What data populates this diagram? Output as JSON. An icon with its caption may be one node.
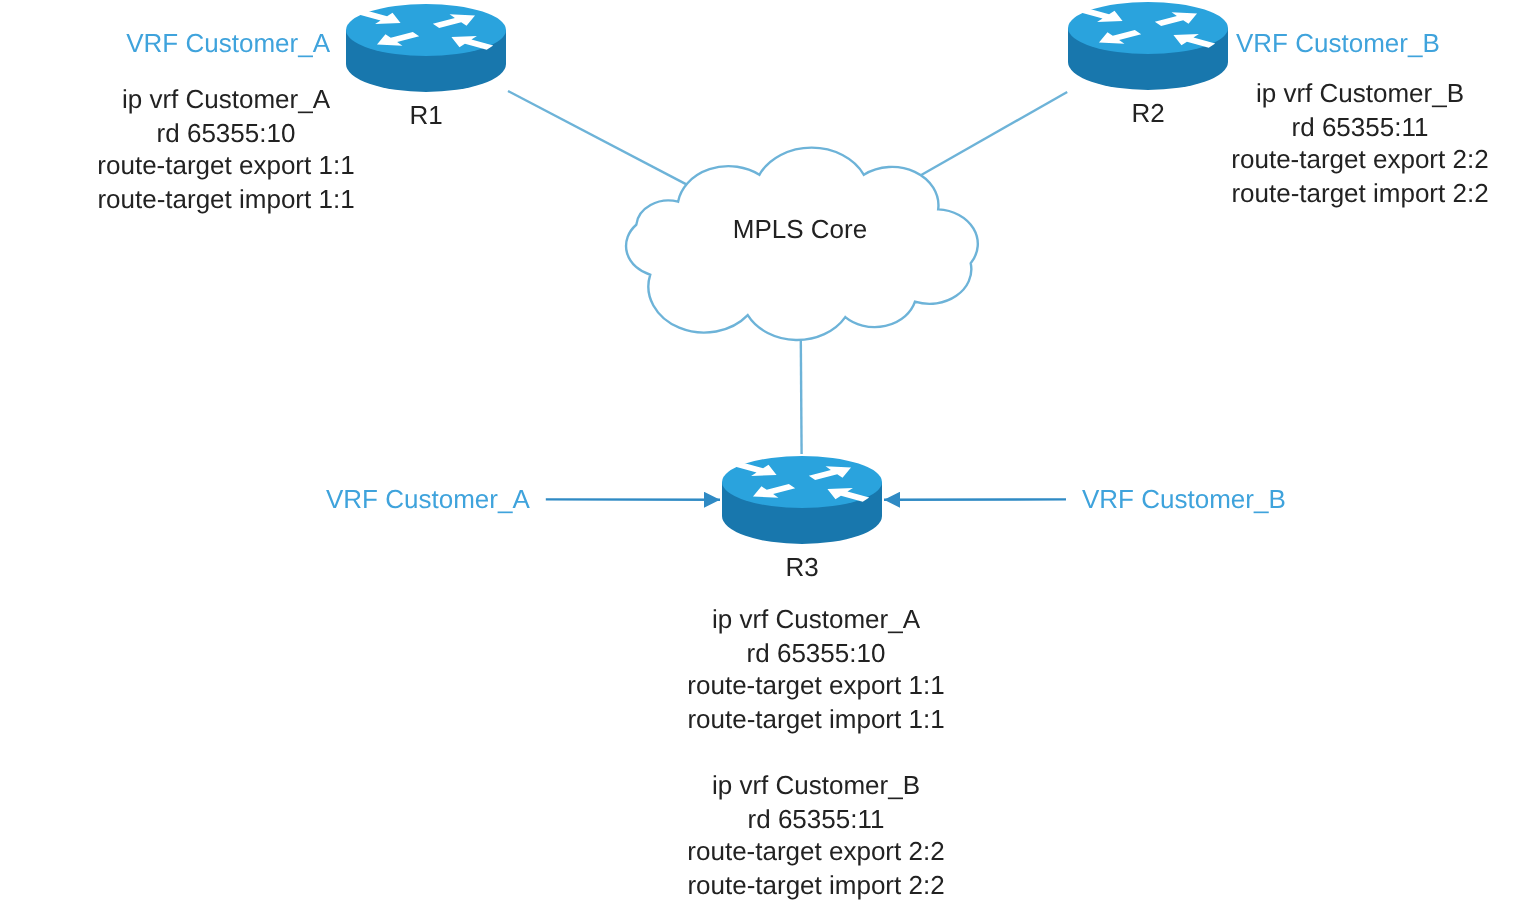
{
  "diagram": {
    "nodes": [
      {
        "text": [
          "R1"
        ],
        "beside": [
          "VRF Customer_A",
          "ip vrf Customer_A",
          "rd 65355:10",
          "route-target export 1:1",
          "route-target import 1:1"
        ]
      },
      {
        "text": [
          "R2"
        ],
        "beside": [
          "VRF Customer_B",
          "ip vrf Customer_B",
          "rd 65355:11",
          "route-target export 2:2",
          "route-target import 2:2"
        ]
      },
      {
        "text": [
          "MPLS Core"
        ]
      },
      {
        "text": [
          "R3"
        ],
        "beside": [
          "ip vrf Customer_A",
          "rd 65355:10",
          "route-target export 1:1",
          "route-target import 1:1",
          "ip vrf Customer_B",
          "rd 65355:11",
          "route-target export 2:2",
          "route-target import 2:2"
        ]
      },
      {
        "text": [
          "VRF Customer_A"
        ]
      },
      {
        "text": [
          "VRF Customer_B"
        ]
      }
    ],
    "edges": [
      {
        "from": 0,
        "to": 2,
        "arrow": "none"
      },
      {
        "from": 1,
        "to": 2,
        "arrow": "none"
      },
      {
        "from": 2,
        "to": 3,
        "arrow": "none"
      },
      {
        "from": 4,
        "to": 3,
        "arrow": "to",
        "color": "#2f8ac4"
      },
      {
        "from": 5,
        "to": 3,
        "arrow": "to",
        "color": "#2f8ac4"
      }
    ]
  }
}
